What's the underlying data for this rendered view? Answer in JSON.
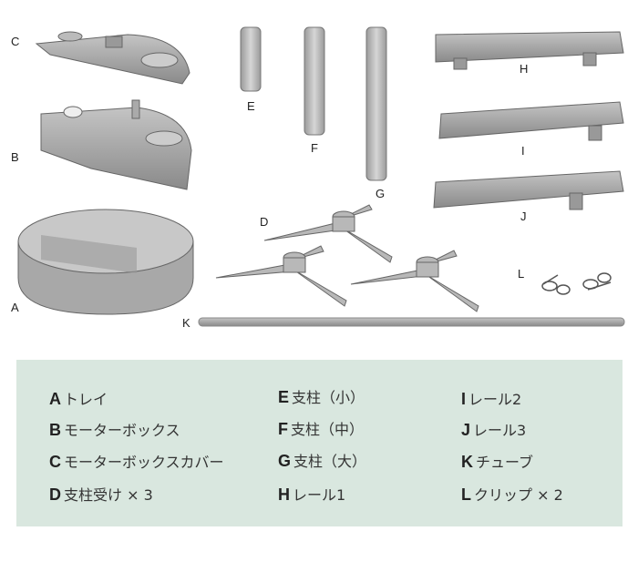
{
  "diagram_labels": {
    "A": "A",
    "B": "B",
    "C": "C",
    "D": "D",
    "E": "E",
    "F": "F",
    "G": "G",
    "H": "H",
    "I": "I",
    "J": "J",
    "K": "K",
    "L": "L"
  },
  "legend": [
    {
      "letter": "A",
      "name": "トレイ"
    },
    {
      "letter": "B",
      "name": "モーターボックス"
    },
    {
      "letter": "C",
      "name": "モーターボックスカバー"
    },
    {
      "letter": "D",
      "name": "支柱受け × 3"
    },
    {
      "letter": "E",
      "name": "支柱（小）"
    },
    {
      "letter": "F",
      "name": "支柱（中）"
    },
    {
      "letter": "G",
      "name": "支柱（大）"
    },
    {
      "letter": "H",
      "name": "レール1"
    },
    {
      "letter": "I",
      "name": "レール2"
    },
    {
      "letter": "J",
      "name": "レール3"
    },
    {
      "letter": "K",
      "name": "チューブ"
    },
    {
      "letter": "L",
      "name": "クリップ × 2"
    }
  ],
  "colors": {
    "legend_bg": "#d9e7df",
    "part": "#9c9c9c"
  }
}
